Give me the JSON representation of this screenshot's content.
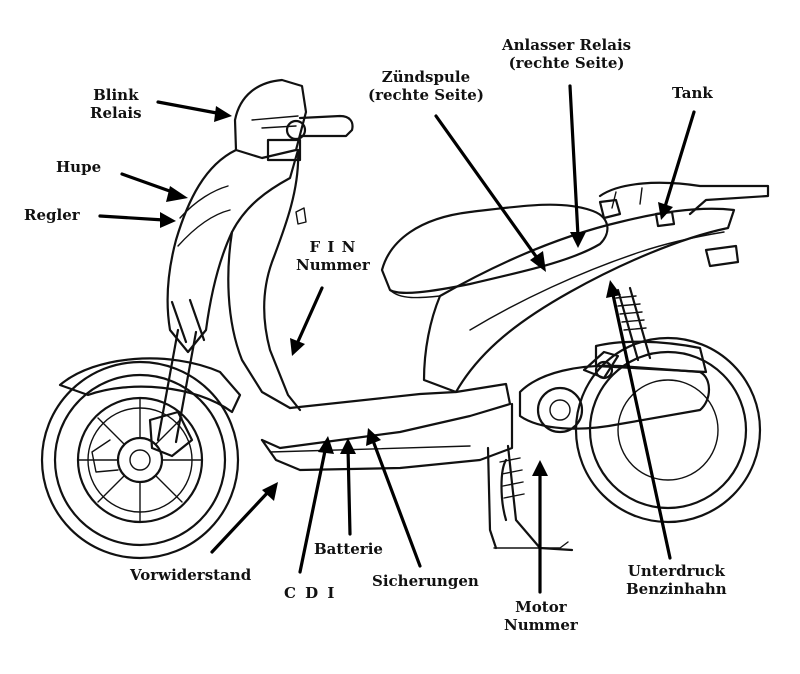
{
  "labels": {
    "blink_1": "Blink",
    "blink_2": "Relais",
    "hupe": "Hupe",
    "regler": "Regler",
    "fin_1": "F I N",
    "fin_2": "Nummer",
    "zuend_1": "Zündspule",
    "zuend_2": "(rechte Seite)",
    "anlasser_1": "Anlasser Relais",
    "anlasser_2": "(rechte Seite)",
    "tank": "Tank",
    "vorwiderstand": "Vorwiderstand",
    "cdi": "C D I",
    "batterie": "Batterie",
    "sicherungen": "Sicherungen",
    "motor_1": "Motor",
    "motor_2": "Nummer",
    "unterdruck_1": "Unterdruck",
    "unterdruck_2": "Benzinhahn"
  }
}
